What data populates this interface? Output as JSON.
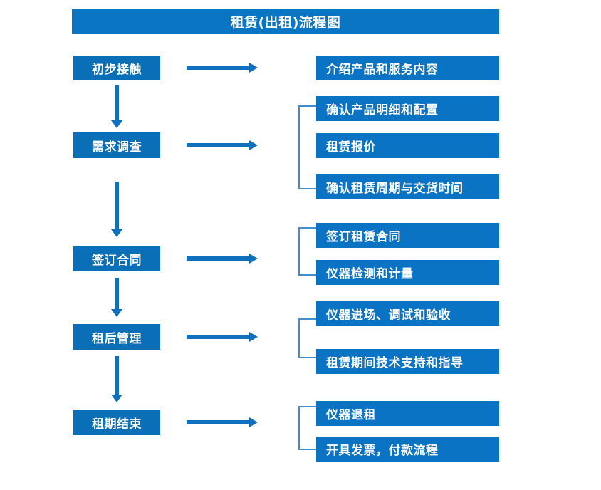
{
  "chart": {
    "title": "租赁(出租)流程图",
    "colors": {
      "box_fill": "#0b73c4",
      "stage_fill": "#0b6fb8",
      "arrow": "#1070bd",
      "bracket": "#3f8fd0",
      "text": "#ffffff",
      "background": "#ffffff"
    }
  },
  "stages": [
    {
      "label": "初步接触"
    },
    {
      "label": "需求调查"
    },
    {
      "label": "签订合同"
    },
    {
      "label": "租后管理"
    },
    {
      "label": "租期结束"
    }
  ],
  "details": [
    {
      "label": "介绍产品和服务内容"
    },
    {
      "label": "确认产品明细和配置"
    },
    {
      "label": "租赁报价"
    },
    {
      "label": "确认租赁周期与交货时间"
    },
    {
      "label": "签订租赁合同"
    },
    {
      "label": "仪器检测和计量"
    },
    {
      "label": "仪器进场、调试和验收"
    },
    {
      "label": "租赁期间技术支持和指导"
    },
    {
      "label": "仪器退租"
    },
    {
      "label": "开具发票，付款流程"
    }
  ],
  "connectors": {
    "horizontal_arrow_count": 5,
    "vertical_arrow_count": 4,
    "bracket_count": 4
  }
}
